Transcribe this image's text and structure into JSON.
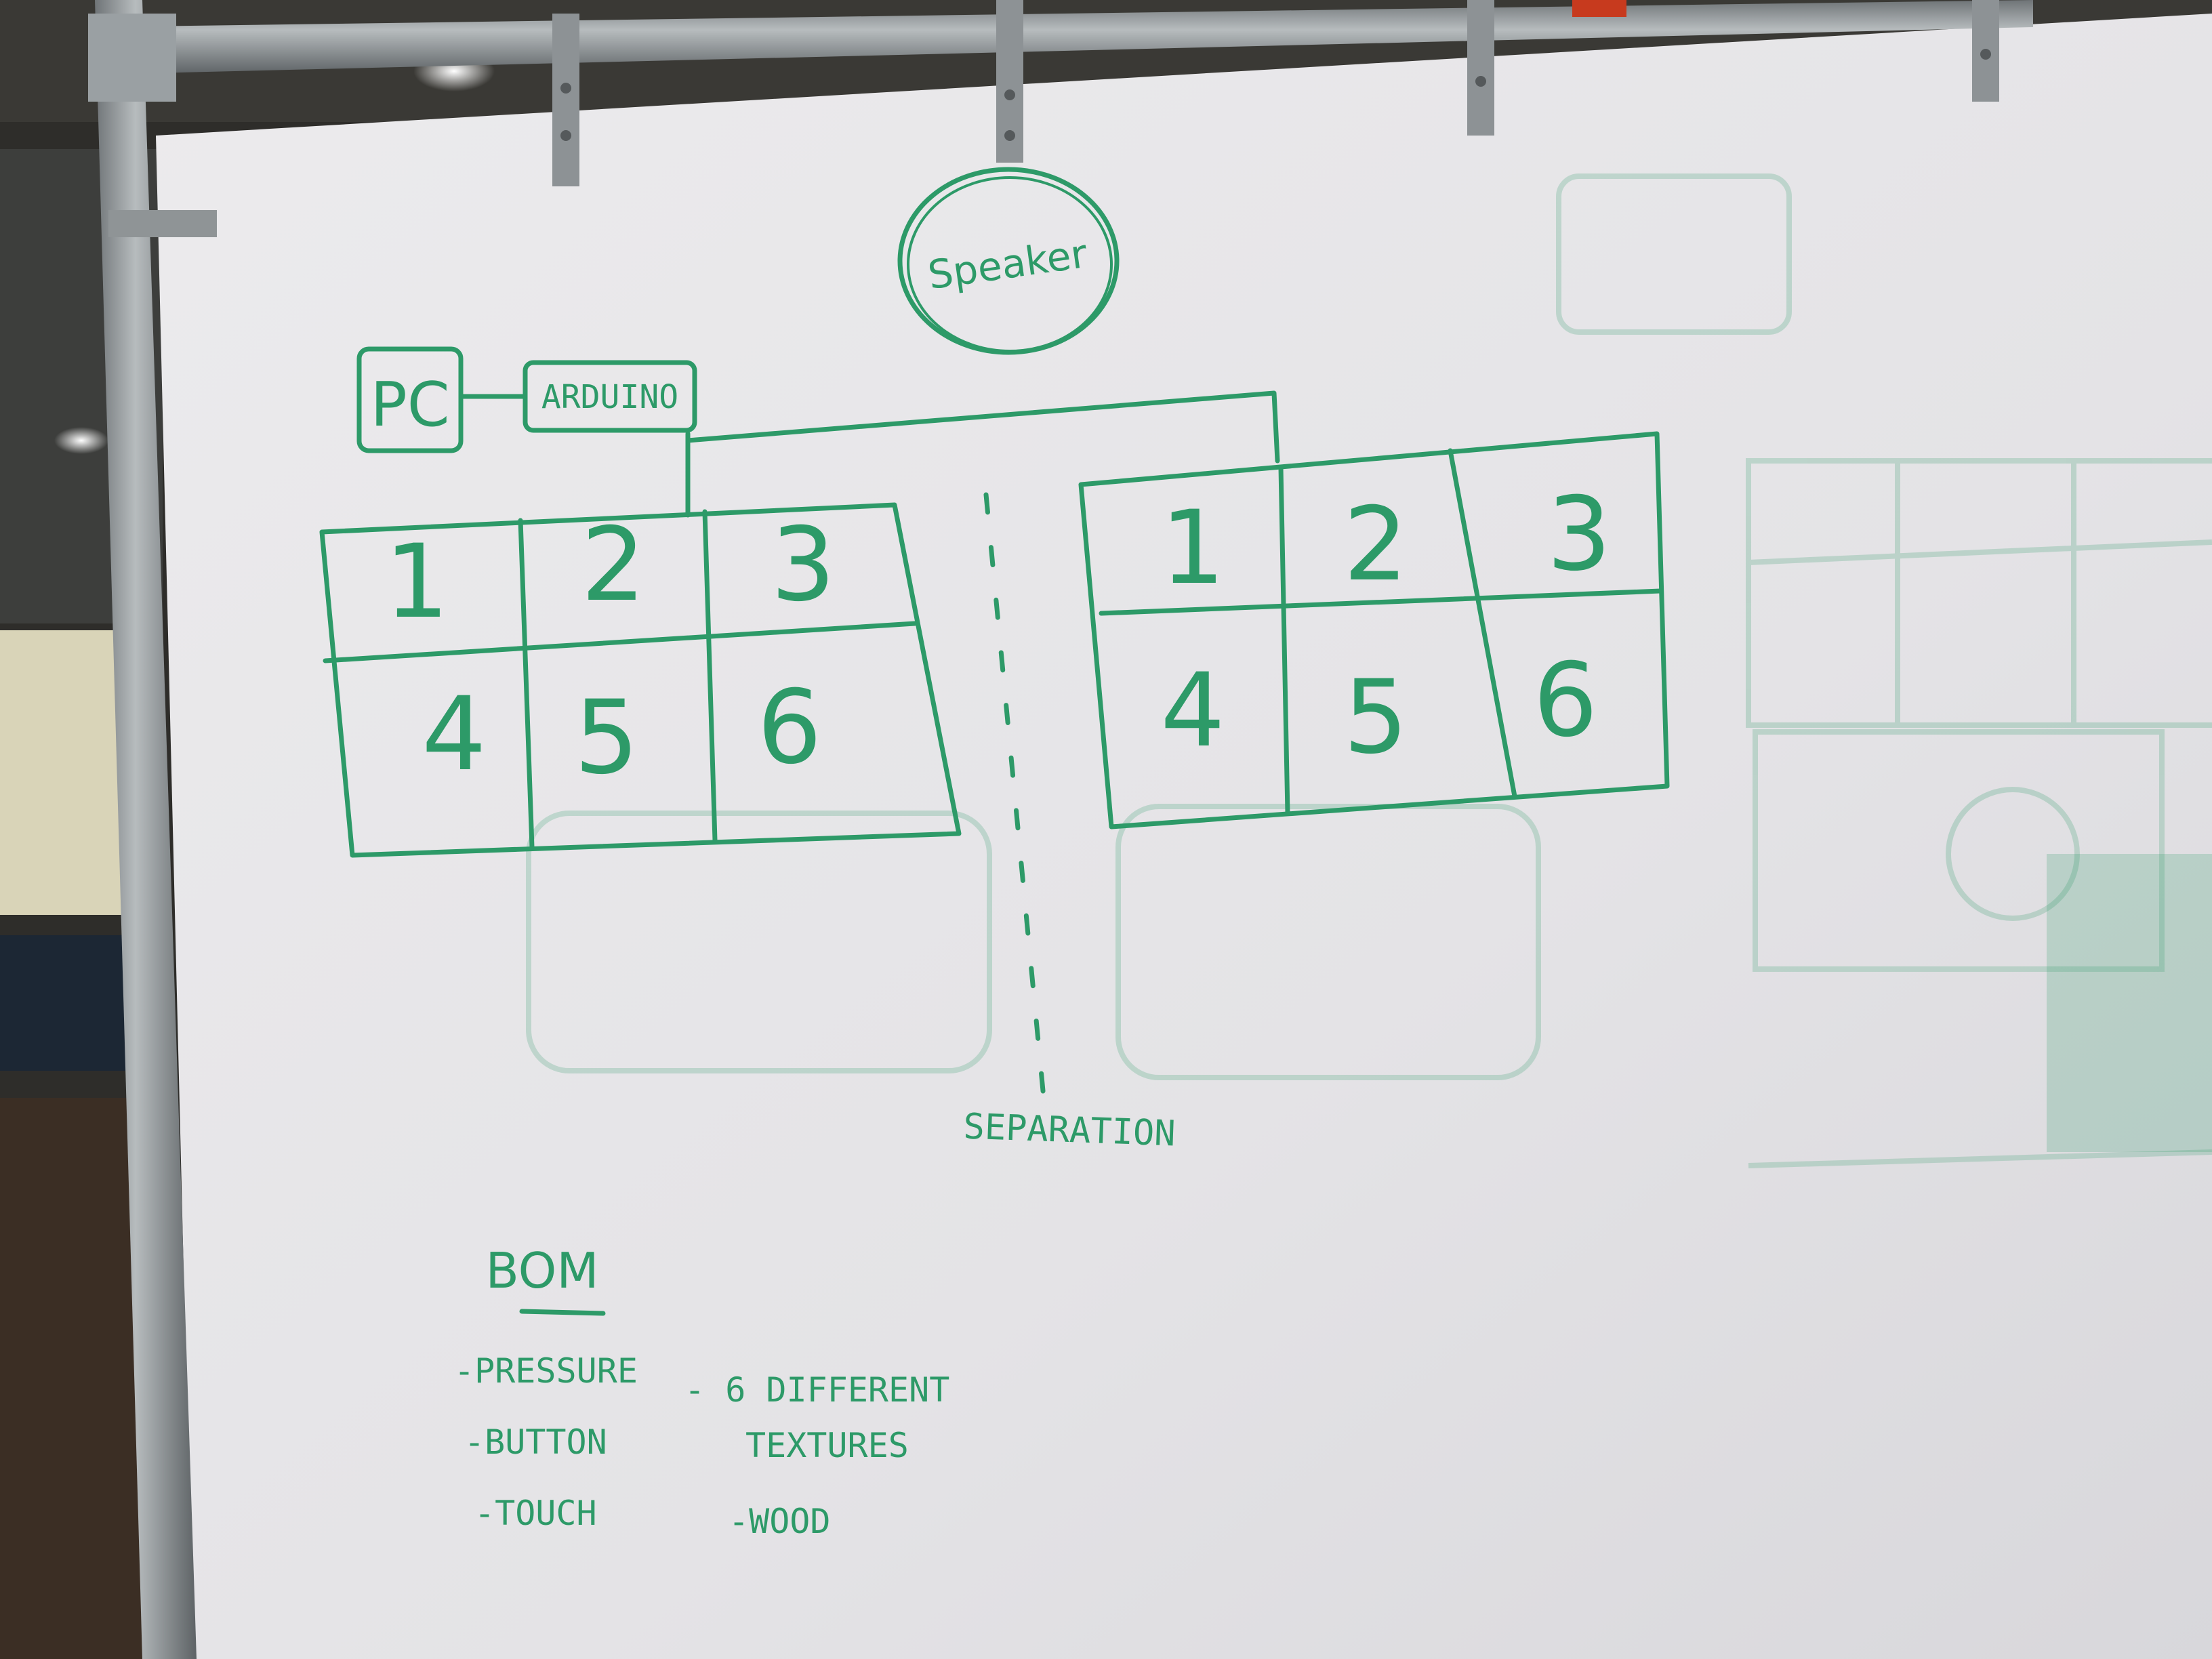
{
  "whiteboard": {
    "speaker_label": "Speaker",
    "pc_label": "PC",
    "arduino_label": "ARDUINO",
    "left_grid": {
      "cells": [
        "1",
        "2",
        "3",
        "4",
        "5",
        "6"
      ]
    },
    "right_grid": {
      "cells": [
        "1",
        "2",
        "3",
        "4",
        "5",
        "6"
      ]
    },
    "separation_label": "SEPARATION",
    "bom": {
      "title": "BOM",
      "items_left": [
        "-PRESSURE",
        "-BUTTON",
        "-TOUCH"
      ],
      "items_right": [
        "- 6 DIFFERENT",
        "TEXTURES",
        "-WOOD"
      ]
    }
  },
  "colors": {
    "marker": "#2d9a68",
    "board": "#e9e8ea",
    "frame": "#8f9496",
    "background": "#2b2a27"
  }
}
